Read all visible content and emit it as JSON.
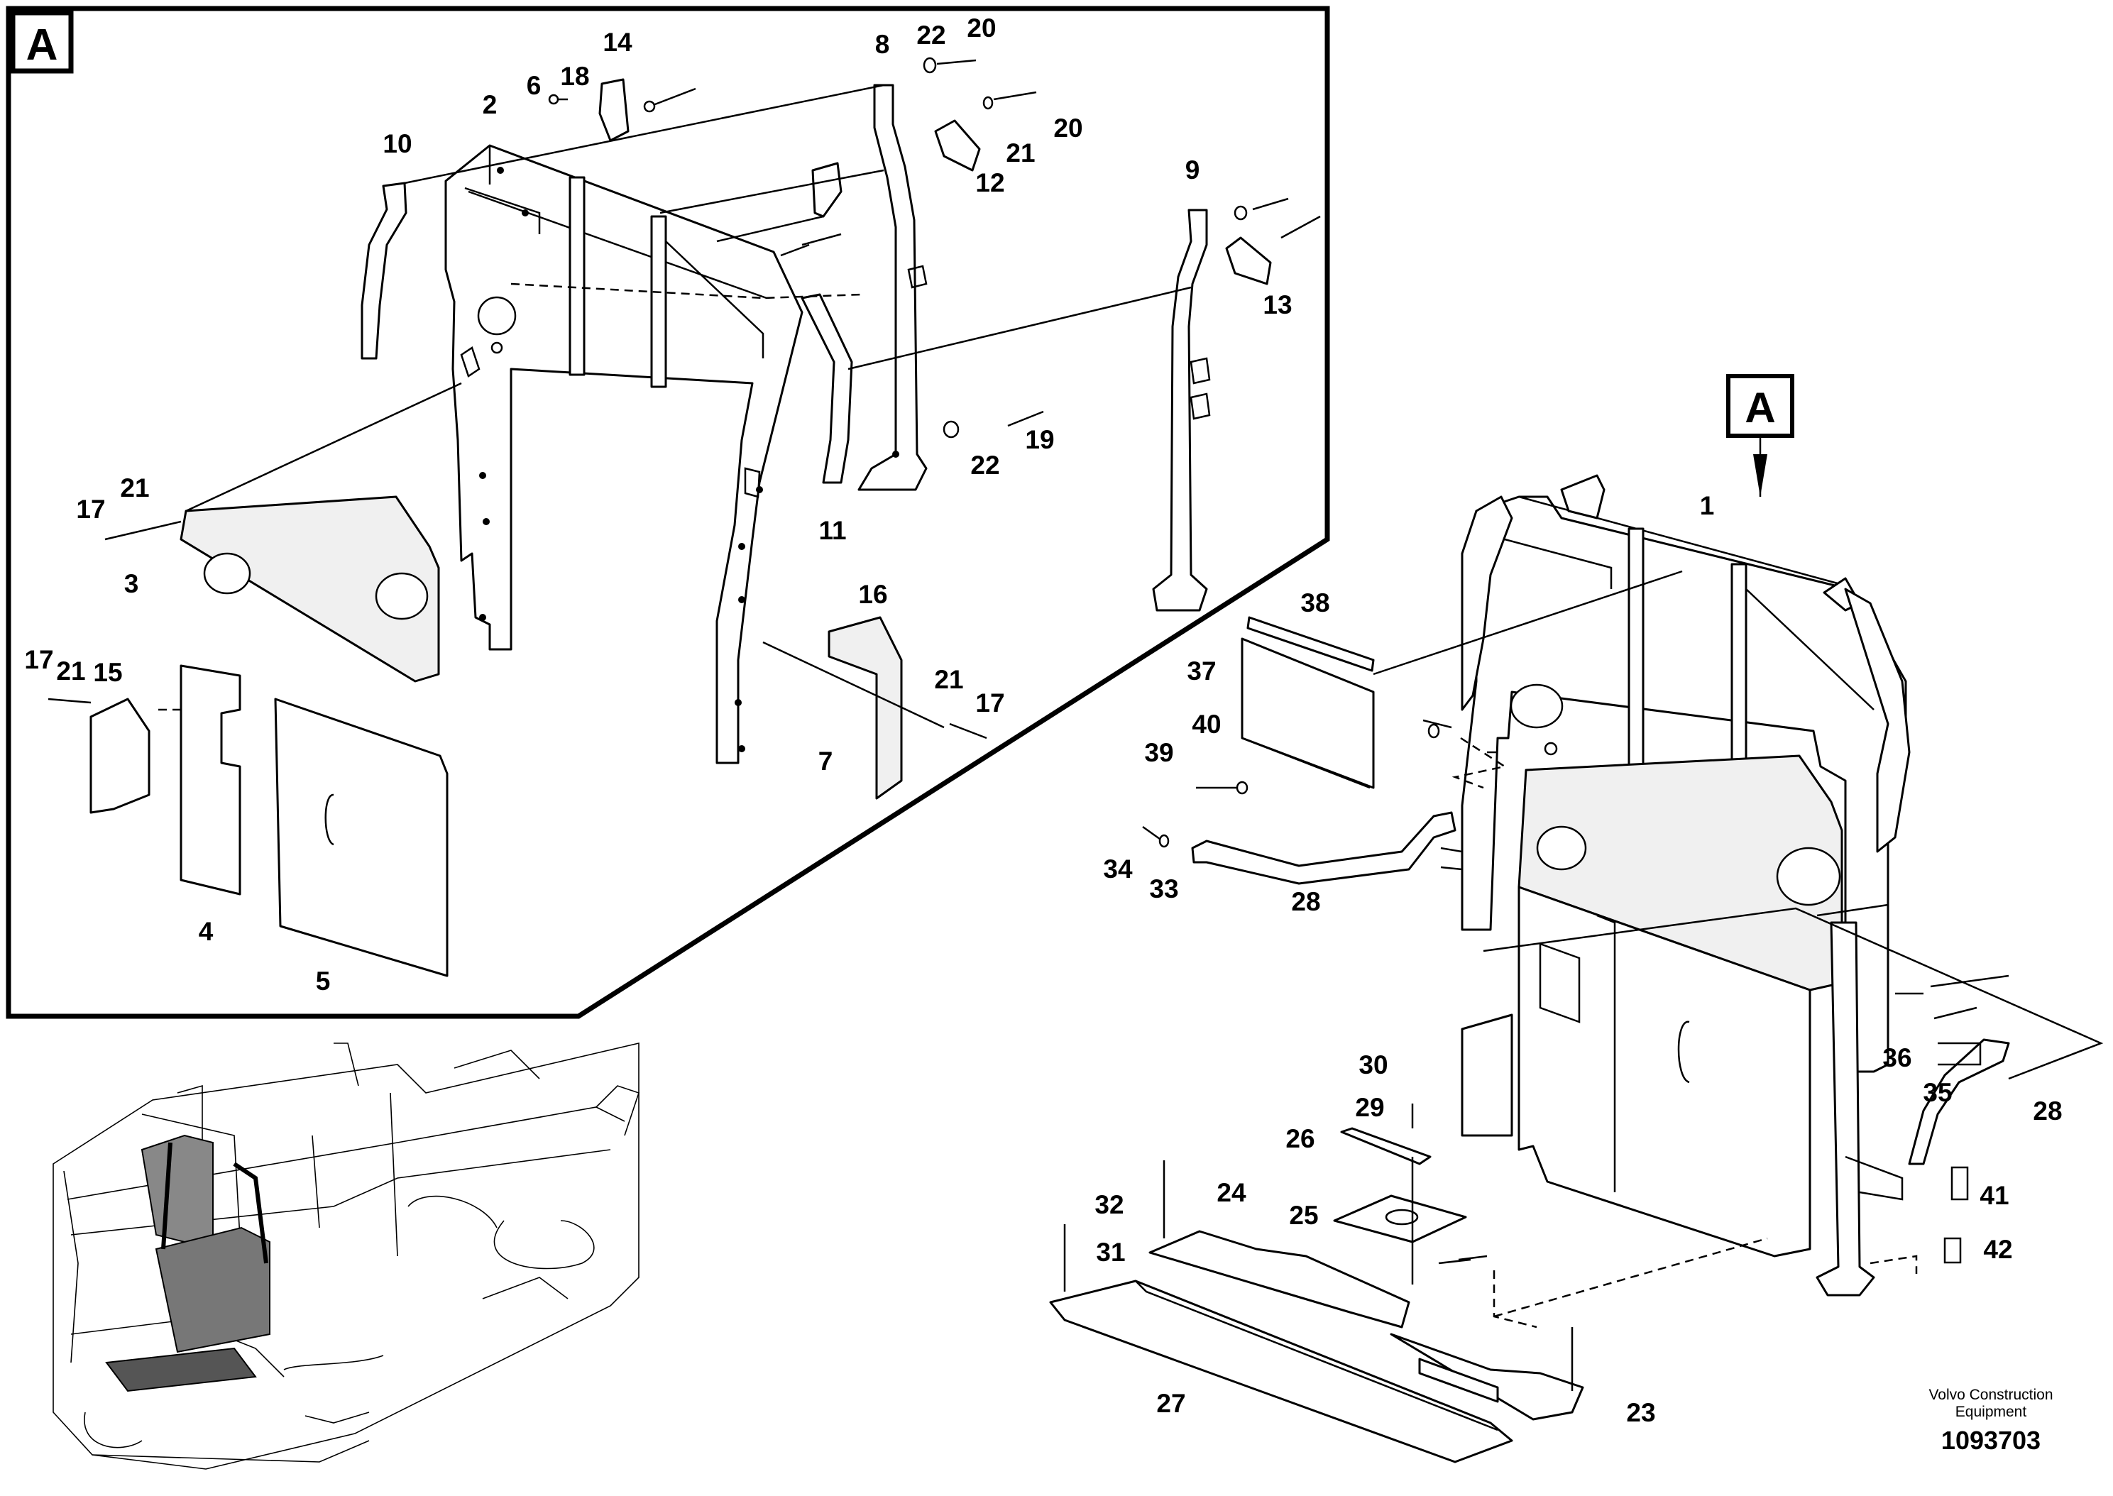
{
  "detail_marker": "A",
  "view_marker": "A",
  "callouts": {
    "c1": "1",
    "c2": "2",
    "c3": "3",
    "c4": "4",
    "c5": "5",
    "c6": "6",
    "c7": "7",
    "c8": "8",
    "c9": "9",
    "c10": "10",
    "c11": "11",
    "c12": "12",
    "c13": "13",
    "c14": "14",
    "c15": "15",
    "c16": "16",
    "c17a": "17",
    "c17b": "17",
    "c17c": "17",
    "c18": "18",
    "c19": "19",
    "c20a": "20",
    "c20b": "20",
    "c21a": "21",
    "c21b": "21",
    "c21c": "21",
    "c21d": "21",
    "c22a": "22",
    "c22b": "22",
    "c23": "23",
    "c24": "24",
    "c25": "25",
    "c26": "26",
    "c27": "27",
    "c28a": "28",
    "c28b": "28",
    "c29": "29",
    "c30": "30",
    "c31": "31",
    "c32": "32",
    "c33": "33",
    "c34": "34",
    "c35": "35",
    "c36": "36",
    "c37": "37",
    "c38": "38",
    "c39": "39",
    "c40": "40",
    "c41": "41",
    "c42": "42"
  },
  "footer": {
    "brand_line1": "Volvo Construction",
    "brand_line2": "Equipment",
    "drawing_number": "1093703"
  }
}
